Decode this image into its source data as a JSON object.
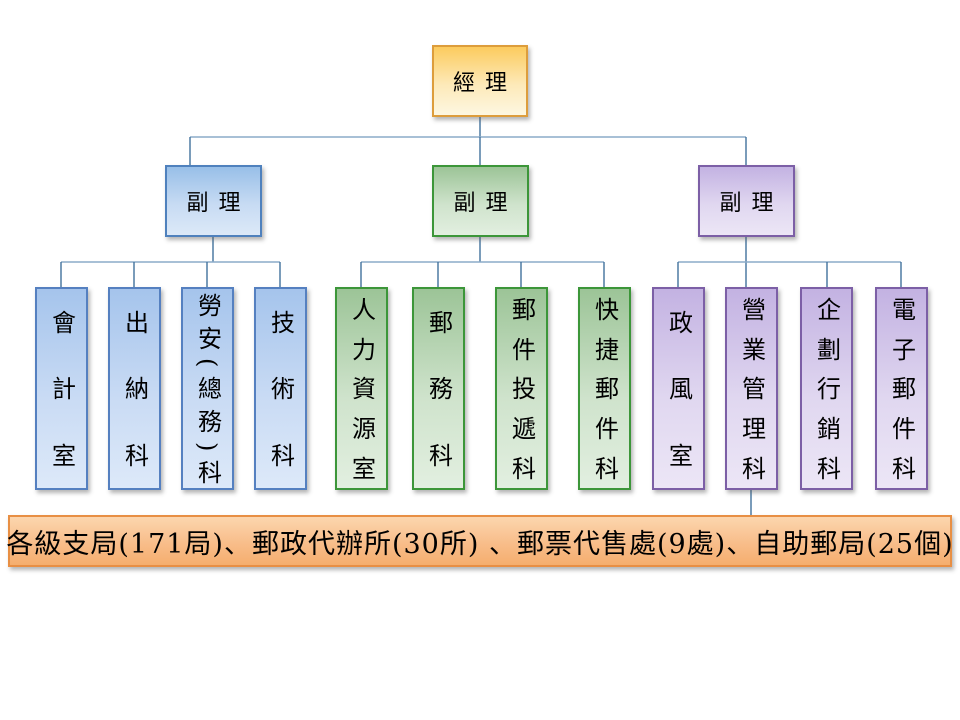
{
  "chart": {
    "type": "org-chart",
    "root": {
      "label": "經理"
    },
    "branches": [
      {
        "deputy_label": "副理",
        "color_name": "blue",
        "children": [
          "會計室",
          "出納科",
          "勞安(總務)科",
          "技術科"
        ]
      },
      {
        "deputy_label": "副理",
        "color_name": "green",
        "children": [
          "人力資源室",
          "郵務科",
          "郵件投遞科",
          "快捷郵件科"
        ]
      },
      {
        "deputy_label": "副理",
        "color_name": "purple",
        "children": [
          "政風室",
          "營業管理科",
          "企劃行銷科",
          "電子郵件科"
        ]
      }
    ],
    "banner": "各級支局(171局)、郵政代辦所(30所) 、郵票代售處(9處)、自助郵局(25個)",
    "colors": {
      "root_fill_top": "#fccb5e",
      "root_border": "#dd9d3c",
      "blue_fill_top": "#a5c4ec",
      "blue_border": "#4f81bd",
      "green_fill_top": "#9cc497",
      "green_border": "#3c9639",
      "purple_fill_top": "#c3b2e2",
      "purple_border": "#7c5fa6",
      "banner_fill_bottom": "#f5ae6e",
      "banner_border": "#e88f44",
      "connector_vertical": "#41719c",
      "connector_horizontal": "#8cabc9"
    }
  }
}
